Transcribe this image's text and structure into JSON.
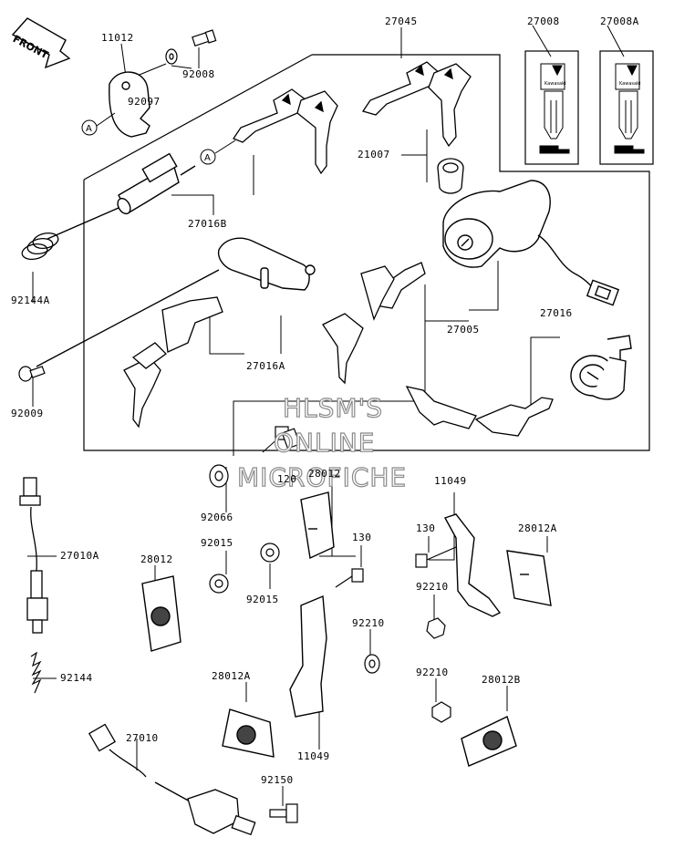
{
  "front_label": "FRONT",
  "labels": {
    "p11012": "11012",
    "p92097": "92097",
    "p92008": "92008",
    "p27045": "27045",
    "p27008": "27008",
    "p27008A": "27008A",
    "p21007": "21007",
    "p27016B": "27016B",
    "p92144A": "92144A",
    "p27016A": "27016A",
    "p27005": "27005",
    "p27016": "27016",
    "p92009": "92009",
    "p92066": "92066",
    "p120": "120",
    "p28012_top": "28012",
    "p11049_right": "11049",
    "p27010A": "27010A",
    "p92015_left": "92015",
    "p28012_left": "28012",
    "p130_right": "130",
    "p28012A_right": "28012A",
    "p130_mid": "130",
    "p92210_right": "92210",
    "p92015_mid": "92015",
    "p92210_mid": "92210",
    "p92144": "92144",
    "p28012A_left": "28012A",
    "p92210_low": "92210",
    "p28012B": "28012B",
    "p11049_bottom": "11049",
    "p27010": "27010",
    "p92150": "92150",
    "callout_a1": "A",
    "callout_a2": "A"
  },
  "watermark": {
    "line1": "HLSM'S",
    "line2": "ONLINE",
    "line3": "MICROFICHE"
  },
  "key_brand_text": "Kawasaki"
}
